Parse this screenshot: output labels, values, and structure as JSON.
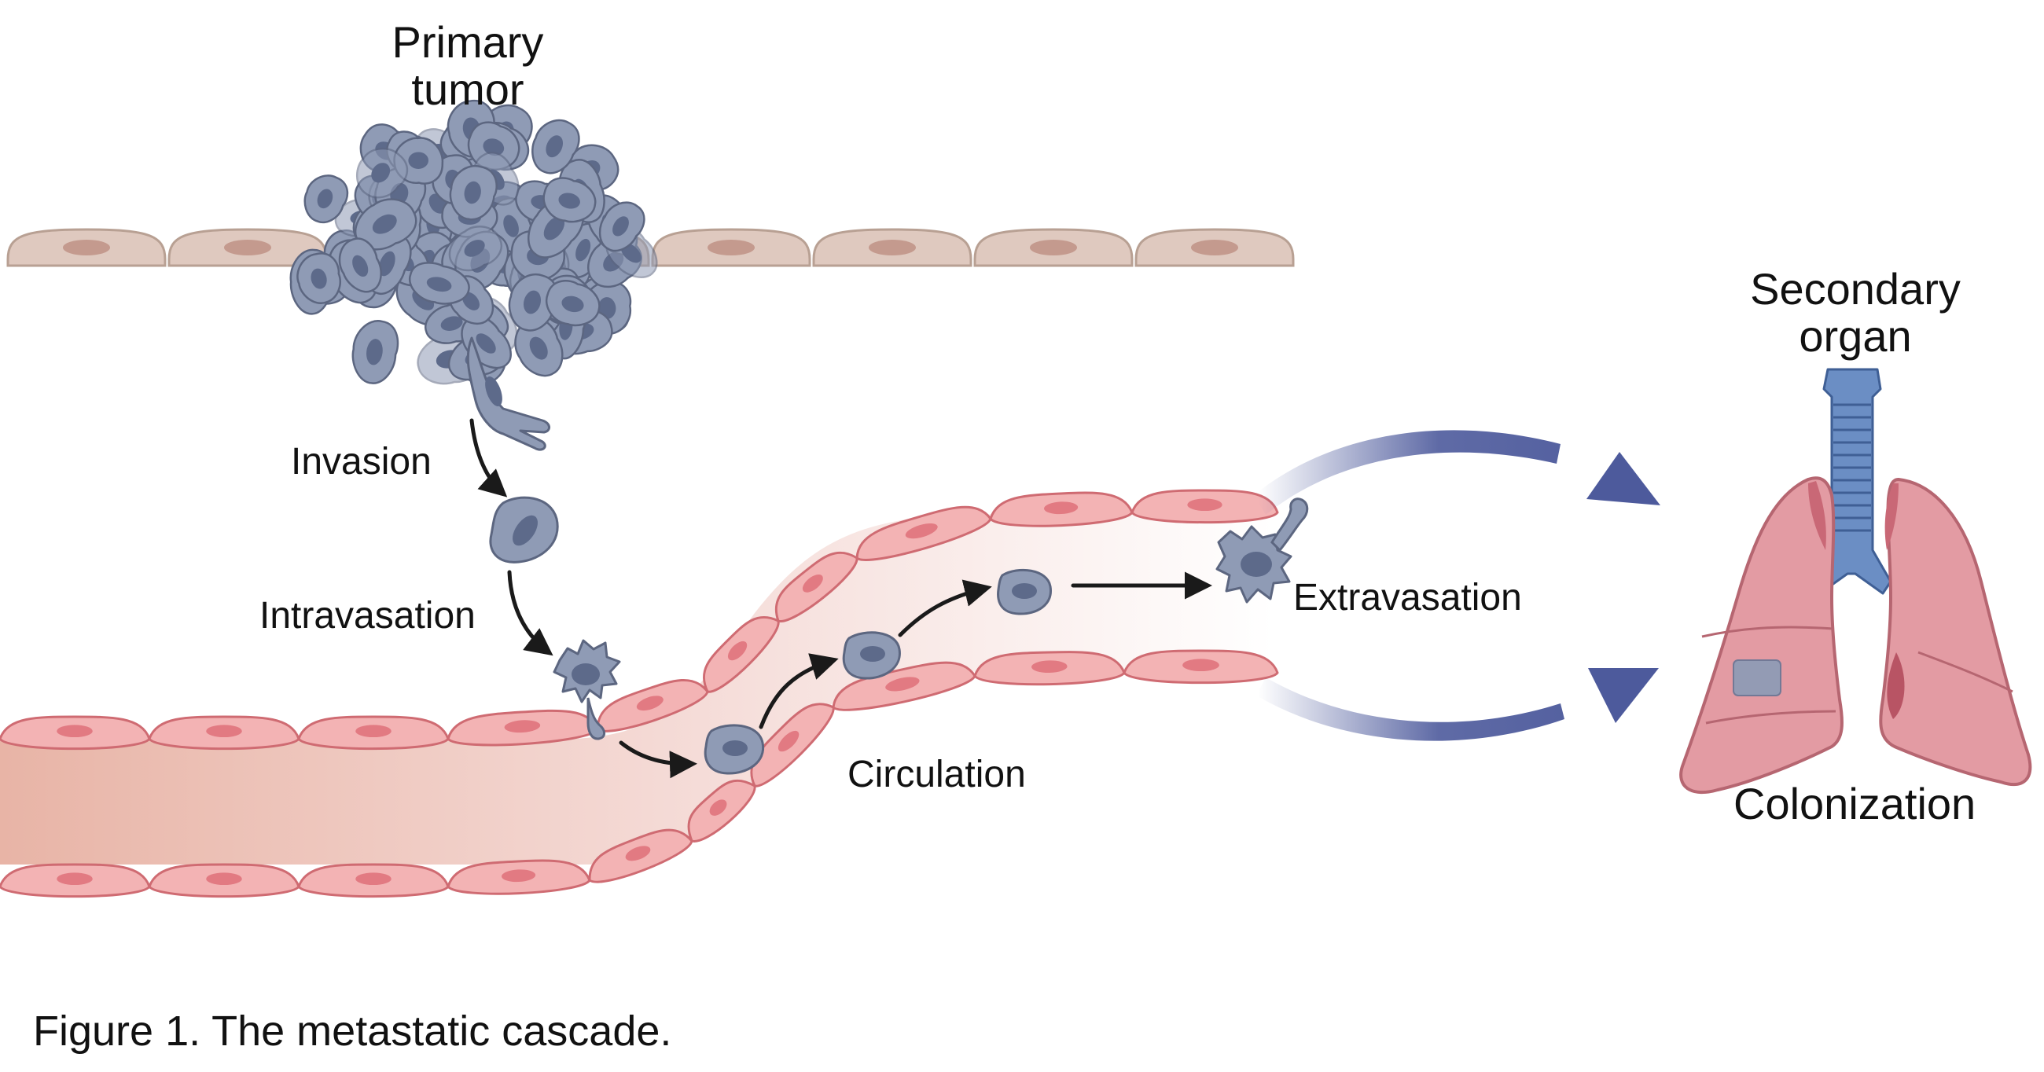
{
  "labels": {
    "primary_tumor_line1": "Primary",
    "primary_tumor_line2": "tumor",
    "invasion": "Invasion",
    "intravasation": "Intravasation",
    "circulation": "Circulation",
    "extravasation": "Extravasation",
    "secondary_organ_line1": "Secondary",
    "secondary_organ_line2": "organ",
    "colonization": "Colonization"
  },
  "caption": "Figure 1. The metastatic cascade.",
  "colors": {
    "tissue_cell_fill": "#dfc9bf",
    "tissue_cell_stroke": "#b8a093",
    "tissue_nucleus": "#c49a8e",
    "endothelial_fill": "#f3b3b4",
    "endothelial_stroke": "#cf6b72",
    "endothelial_nucleus": "#e27a82",
    "lumen": "#f3d7d2",
    "tumor_cell_fill": "#8f9bb5",
    "tumor_cell_stroke": "#5c6680",
    "tumor_nucleus": "#5d6a8a",
    "big_arrow": "#4d5a9c",
    "lung_fill": "#e39ba3",
    "lung_stroke": "#b66671",
    "trachea": "#6b8ec4"
  }
}
